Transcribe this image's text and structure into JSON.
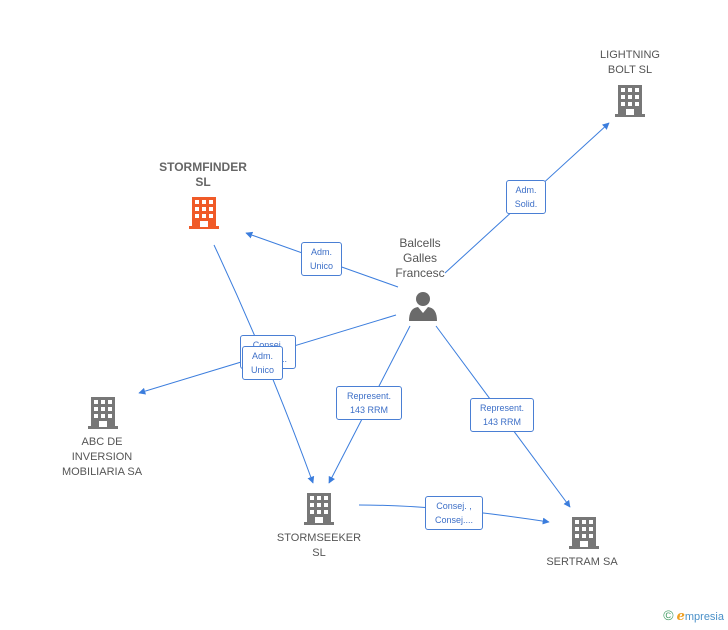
{
  "colors": {
    "edge": "#3b7ddd",
    "building": "#777777",
    "building_highlight": "#f05a28",
    "person": "#6a6a6a",
    "label_border": "#4a7fd4"
  },
  "nodes": {
    "lightning": {
      "lines": [
        "LIGHTNING",
        "BOLT  SL"
      ],
      "icon": "building-icon"
    },
    "stormfinder": {
      "lines": [
        "STORMFINDER",
        "SL"
      ],
      "icon": "building-icon",
      "highlight": true
    },
    "person": {
      "lines": [
        "Balcells",
        "Galles",
        "Francesc"
      ],
      "icon": "person-icon"
    },
    "abc": {
      "lines": [
        "ABC DE",
        "INVERSION",
        "MOBILIARIA SA"
      ],
      "icon": "building-icon"
    },
    "stormseeker": {
      "lines": [
        "STORMSEEKER",
        "SL"
      ],
      "icon": "building-icon"
    },
    "sertram": {
      "lines": [
        "SERTRAM SA"
      ],
      "icon": "building-icon"
    }
  },
  "edges": {
    "to_lightning": [
      "Adm.",
      "Solid."
    ],
    "to_stormfinder": [
      "Adm.",
      "Unico"
    ],
    "to_abc_back": [
      "Consej.",
      "Consej...."
    ],
    "to_abc": [
      "Adm.",
      "Unico"
    ],
    "to_stormseeker": [
      "Represent.",
      "143 RRM"
    ],
    "to_sertram": [
      "Represent.",
      "143 RRM"
    ],
    "stormseeker_sertram": [
      "Consej. ,",
      "Consej...."
    ]
  },
  "brand": {
    "copyright": "©",
    "e": "e",
    "name": "mpresia"
  }
}
